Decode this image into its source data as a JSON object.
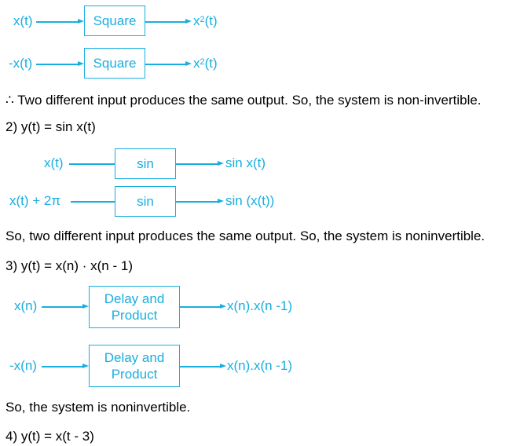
{
  "diagram1": {
    "row1": {
      "input": "x(t)",
      "block": "Square",
      "output_base": "x",
      "output_sup": "2",
      "output_tail": "(t)"
    },
    "row2": {
      "input": "-x(t)",
      "block": "Square",
      "output_base": "x",
      "output_sup": "2",
      "output_tail": "(t)"
    }
  },
  "conclusion1": "∴ Two different input produces the same output. So, the system is non-invertible.",
  "heading2": "2) y(t) = sin x(t)",
  "diagram2": {
    "row1": {
      "input": "x(t)",
      "block": "sin",
      "output": "sin x(t)"
    },
    "row2": {
      "input": "x(t) + 2π",
      "block": "sin",
      "output": "sin (x(t))"
    }
  },
  "conclusion2": "So, two different input produces the same output. So, the system is noninvertible.",
  "heading3": "3) y(t) = x(n) · x(n - 1)",
  "diagram3": {
    "row1": {
      "input": "x(n)",
      "block_line1": "Delay and",
      "block_line2": "Product",
      "output": "x(n).x(n -1)"
    },
    "row2": {
      "input": "-x(n)",
      "block_line1": "Delay and",
      "block_line2": "Product",
      "output": "x(n).x(n -1)"
    }
  },
  "conclusion3": "So, the system is noninvertible.",
  "heading4": "4) y(t) = x(t - 3)",
  "colors": {
    "diagram": "#19aee0",
    "text": "#000000"
  }
}
